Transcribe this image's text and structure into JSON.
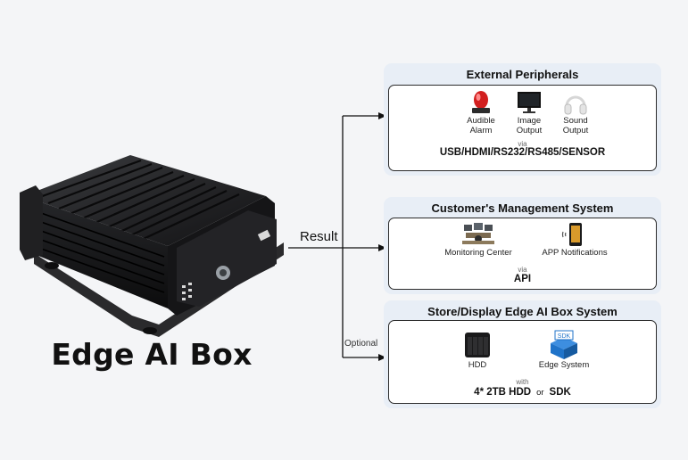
{
  "device": {
    "title": "Edge AI Box"
  },
  "connectors": {
    "result_label": "Result",
    "optional_label": "Optional"
  },
  "panels": {
    "external_peripherals": {
      "title": "External Peripherals",
      "items": [
        {
          "label_line1": "Audible",
          "label_line2": "Alarm",
          "icon": "siren-icon"
        },
        {
          "label_line1": "Image",
          "label_line2": "Output",
          "icon": "monitor-icon"
        },
        {
          "label_line1": "Sound",
          "label_line2": "Output",
          "icon": "headphones-icon"
        }
      ],
      "via": "via",
      "connection": "USB/HDMI/RS232/RS485/SENSOR"
    },
    "management_system": {
      "title": "Customer's Management System",
      "items": [
        {
          "label": "Monitoring Center",
          "icon": "monitoring-center-icon"
        },
        {
          "label": "APP Notifications",
          "icon": "phone-notification-icon"
        }
      ],
      "via": "via",
      "connection": "API"
    },
    "store_display": {
      "title": "Store/Display Edge AI Box System",
      "items": [
        {
          "label": "HDD",
          "icon": "nas-hdd-icon"
        },
        {
          "label": "Edge System",
          "icon": "sdk-box-icon",
          "badge": "SDK"
        }
      ],
      "with": "with",
      "connection_left": "4* 2TB HDD",
      "connection_or": "or",
      "connection_right": "SDK"
    }
  },
  "colors": {
    "panel_bg": "#e8eef6",
    "inner_bg": "#ffffff",
    "line": "#111111",
    "device_body": "#1c1c1e",
    "sdk_blue": "#1f73c9"
  }
}
